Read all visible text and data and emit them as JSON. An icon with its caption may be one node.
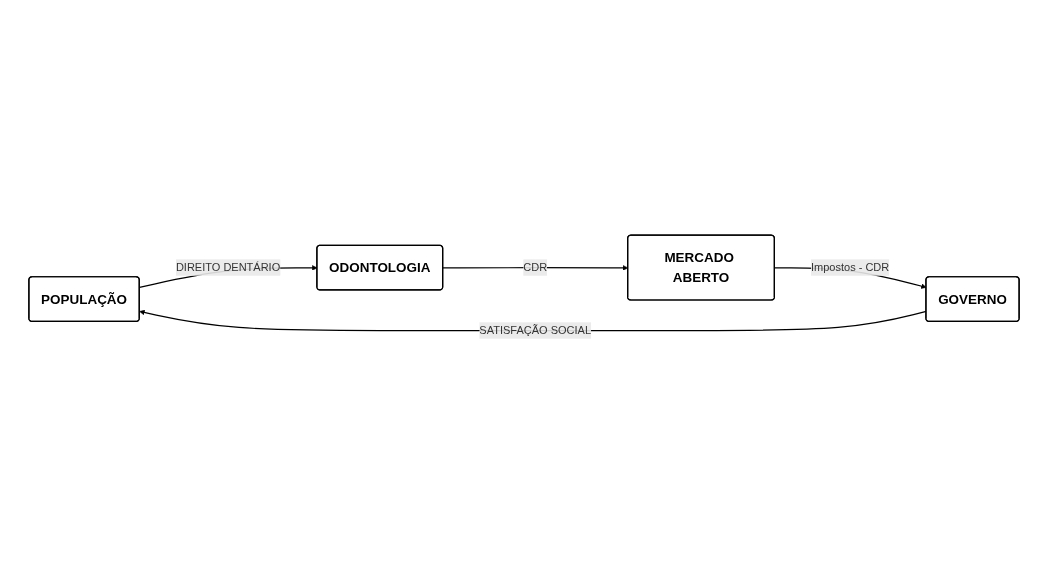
{
  "diagram": {
    "nodes": [
      {
        "text": [
          "POPULAÇÃO"
        ]
      },
      {
        "text": [
          "ODONTOLOGIA"
        ]
      },
      {
        "text": [
          "GOVERNO"
        ]
      },
      {
        "text": [
          "MERCADO ABERTO"
        ]
      }
    ],
    "edges": [
      {
        "from": 0,
        "to": 1,
        "arrow": "to",
        "label": "DIREITO DENTÁRIO"
      },
      {
        "from": 1,
        "to": 3,
        "arrow": "to",
        "label": "CDR"
      },
      {
        "from": 3,
        "to": 2,
        "arrow": "to",
        "label": "Impostos - CDR"
      },
      {
        "from": 2,
        "to": 0,
        "arrow": "to",
        "label": "SATISFAÇÃO SOCIAL"
      }
    ]
  }
}
